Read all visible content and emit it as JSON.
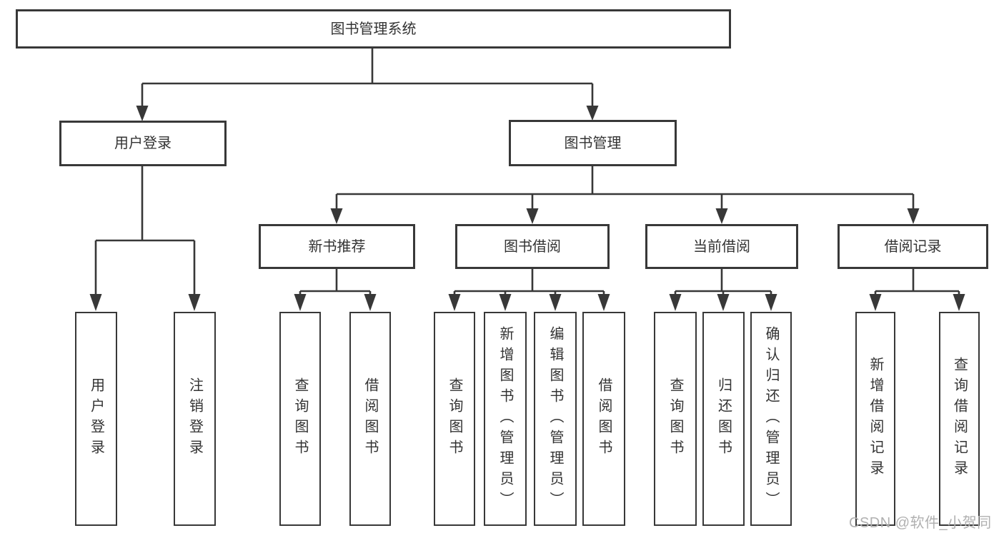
{
  "colors": {
    "line": "#383838",
    "text": "#333333",
    "background": "#ffffff",
    "watermark": "#b0b0b0"
  },
  "tree": {
    "root": {
      "label": "图书管理系统",
      "children": [
        {
          "label": "用户登录",
          "children": [
            {
              "label": "用户登录"
            },
            {
              "label": "注销登录"
            }
          ]
        },
        {
          "label": "图书管理",
          "children": [
            {
              "label": "新书推荐",
              "children": [
                {
                  "label": "查询图书"
                },
                {
                  "label": "借阅图书"
                }
              ]
            },
            {
              "label": "图书借阅",
              "children": [
                {
                  "label": "查询图书"
                },
                {
                  "label": "新增图书（管理员）"
                },
                {
                  "label": "编辑图书（管理员）"
                },
                {
                  "label": "借阅图书"
                }
              ]
            },
            {
              "label": "当前借阅",
              "children": [
                {
                  "label": "查询图书"
                },
                {
                  "label": "归还图书"
                },
                {
                  "label": "确认归还（管理员）"
                }
              ]
            },
            {
              "label": "借阅记录",
              "children": [
                {
                  "label": "新增借阅记录"
                },
                {
                  "label": "查询借阅记录"
                }
              ]
            }
          ]
        }
      ]
    }
  },
  "watermark": {
    "text": "CSDN @软件_小贺同学"
  }
}
